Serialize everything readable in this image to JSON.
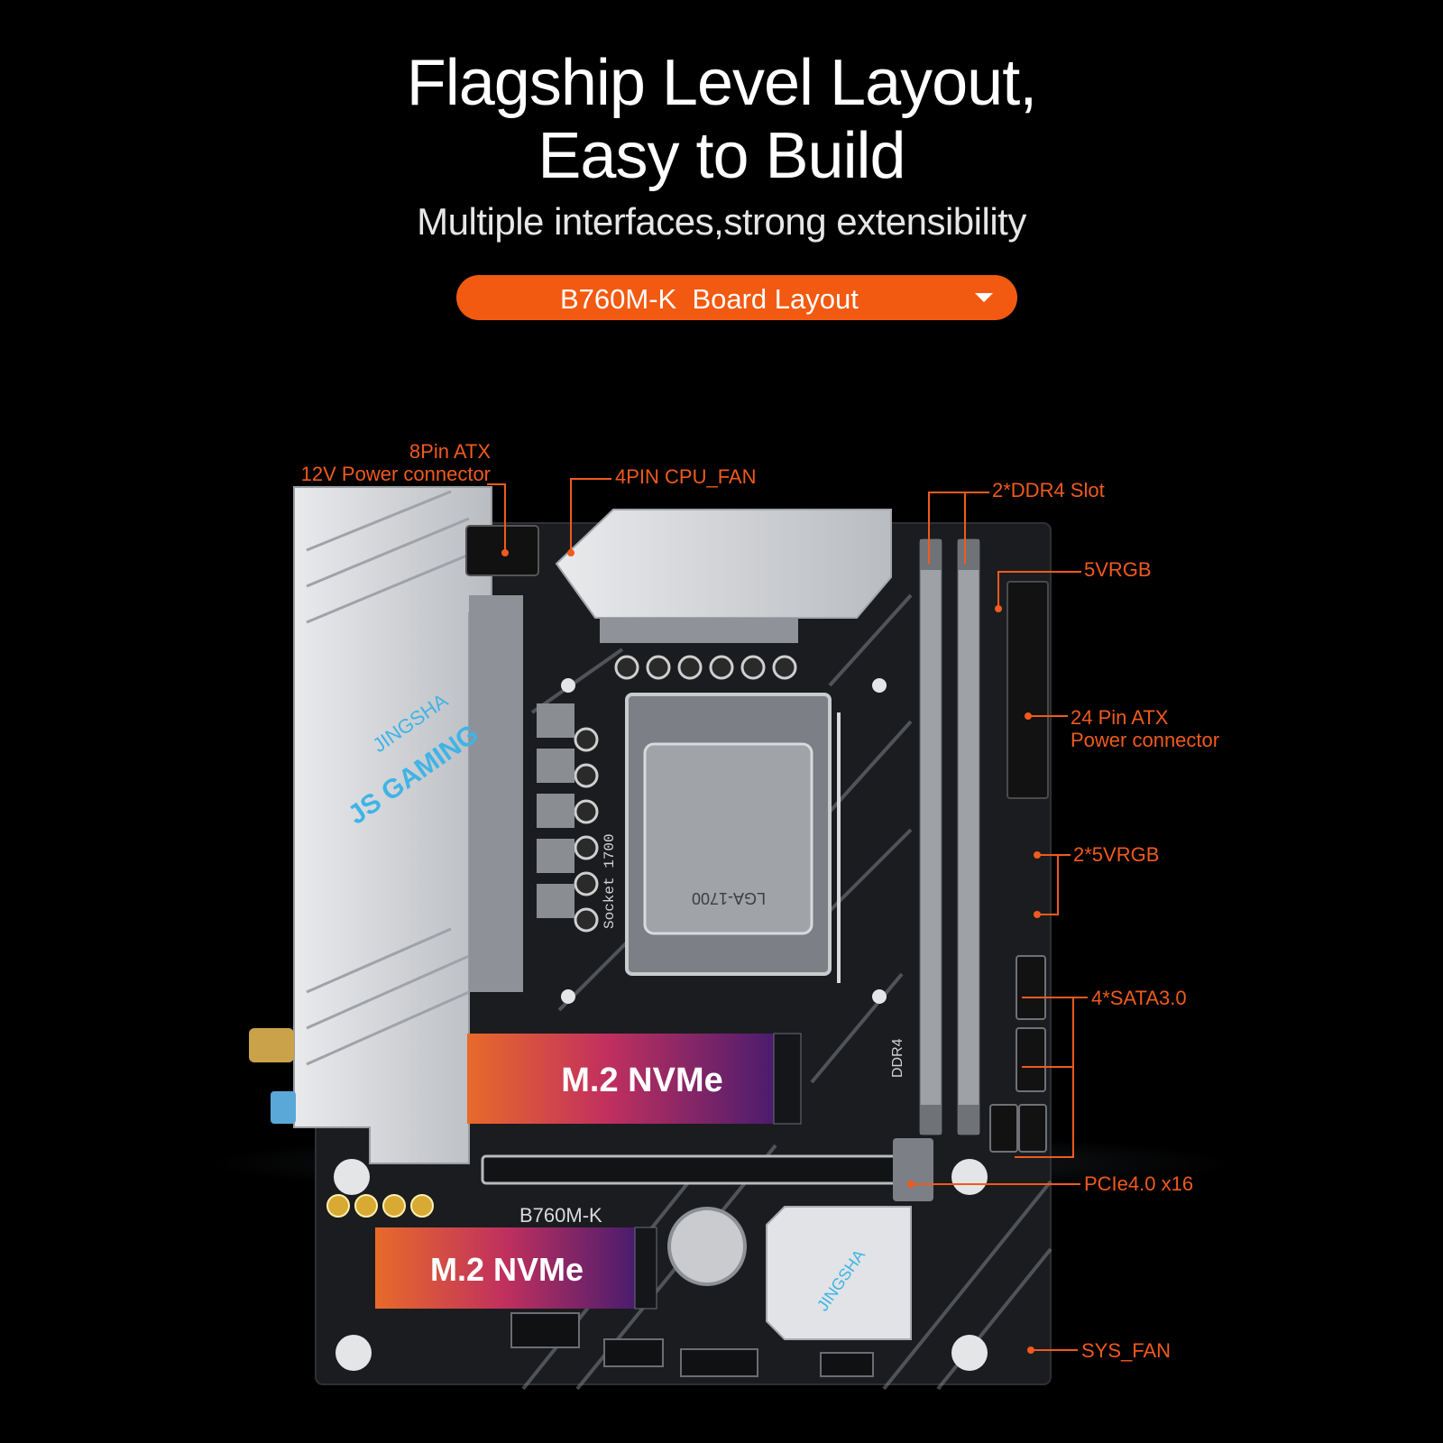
{
  "header": {
    "title_line1": "Flagship Level Layout,",
    "title_line2": "Easy to Build",
    "subtitle": "Multiple interfaces,strong extensibility"
  },
  "selector": {
    "label": "B760M-K  Board Layout",
    "accent": "#f25a12"
  },
  "board": {
    "brand_line1": "JINGSHA",
    "brand_line2": "JS GAMING",
    "model": "B760M-K",
    "socket_print": "Socket 1700",
    "socket_cover": "LGA-1700",
    "ddr_print": "DDR4",
    "m2_primary": "M.2 NVMe",
    "m2_secondary": "M.2 NVMe",
    "brand_chipset": "JINGSHA"
  },
  "callouts": {
    "atx8_line1": "8Pin ATX",
    "atx8_line2": "12V Power connector",
    "cpu_fan": "4PIN CPU_FAN",
    "ddr4": "2*DDR4 Slot",
    "rgb5v": "5VRGB",
    "atx24_line1": "24 Pin ATX",
    "atx24_line2": "Power connector",
    "rgb5v_x2": "2*5VRGB",
    "sata": "4*SATA3.0",
    "pcie": "PCIe4.0 x16",
    "sys_fan": "SYS_FAN",
    "color": "#f05a1e"
  }
}
